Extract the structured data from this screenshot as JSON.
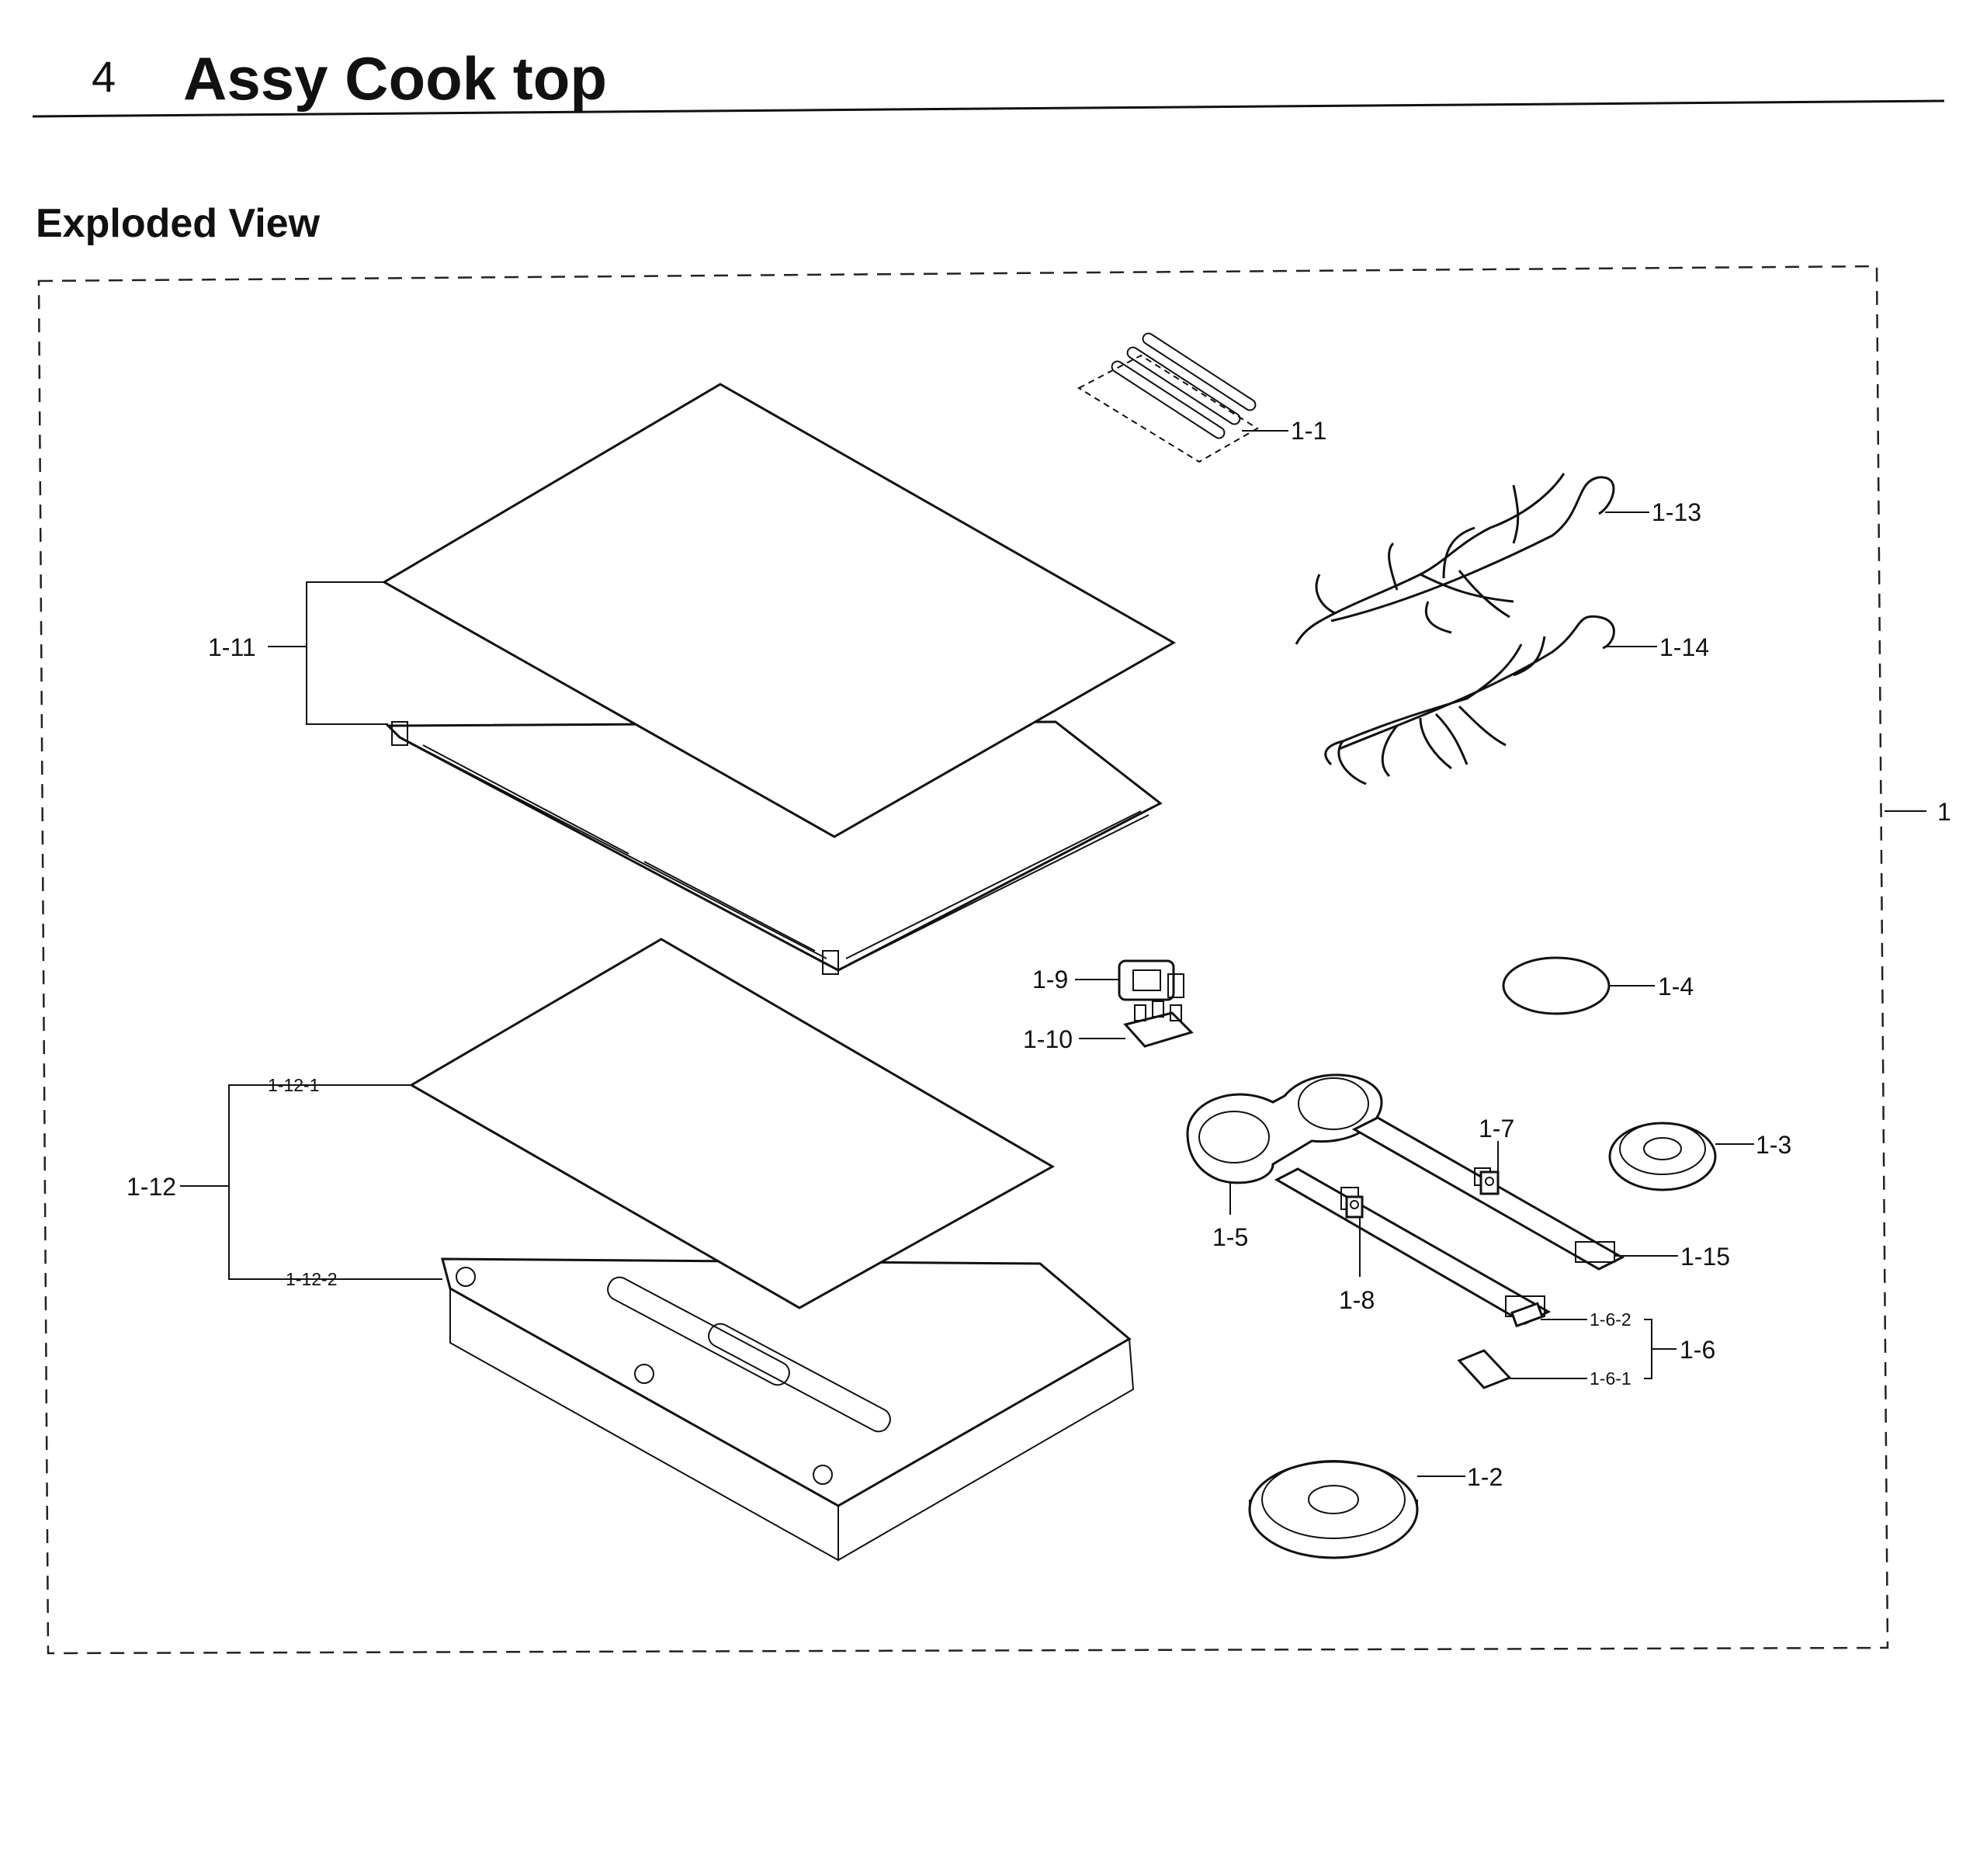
{
  "header": {
    "section_number": "4",
    "section_title": "Assy Cook top",
    "subtitle": "Exploded View"
  },
  "colors": {
    "line": "#111111",
    "background": "#ffffff"
  },
  "assembly_label": "1",
  "callouts": {
    "c1_1": "1-1",
    "c1_2": "1-2",
    "c1_3": "1-3",
    "c1_4": "1-4",
    "c1_5": "1-5",
    "c1_6": "1-6",
    "c1_6_1": "1-6-1",
    "c1_6_2": "1-6-2",
    "c1_7": "1-7",
    "c1_8": "1-8",
    "c1_9": "1-9",
    "c1_10": "1-10",
    "c1_11": "1-11",
    "c1_12": "1-12",
    "c1_12_1": "1-12-1",
    "c1_12_2": "1-12-2",
    "c1_13": "1-13",
    "c1_14": "1-14",
    "c1_15": "1-15"
  }
}
